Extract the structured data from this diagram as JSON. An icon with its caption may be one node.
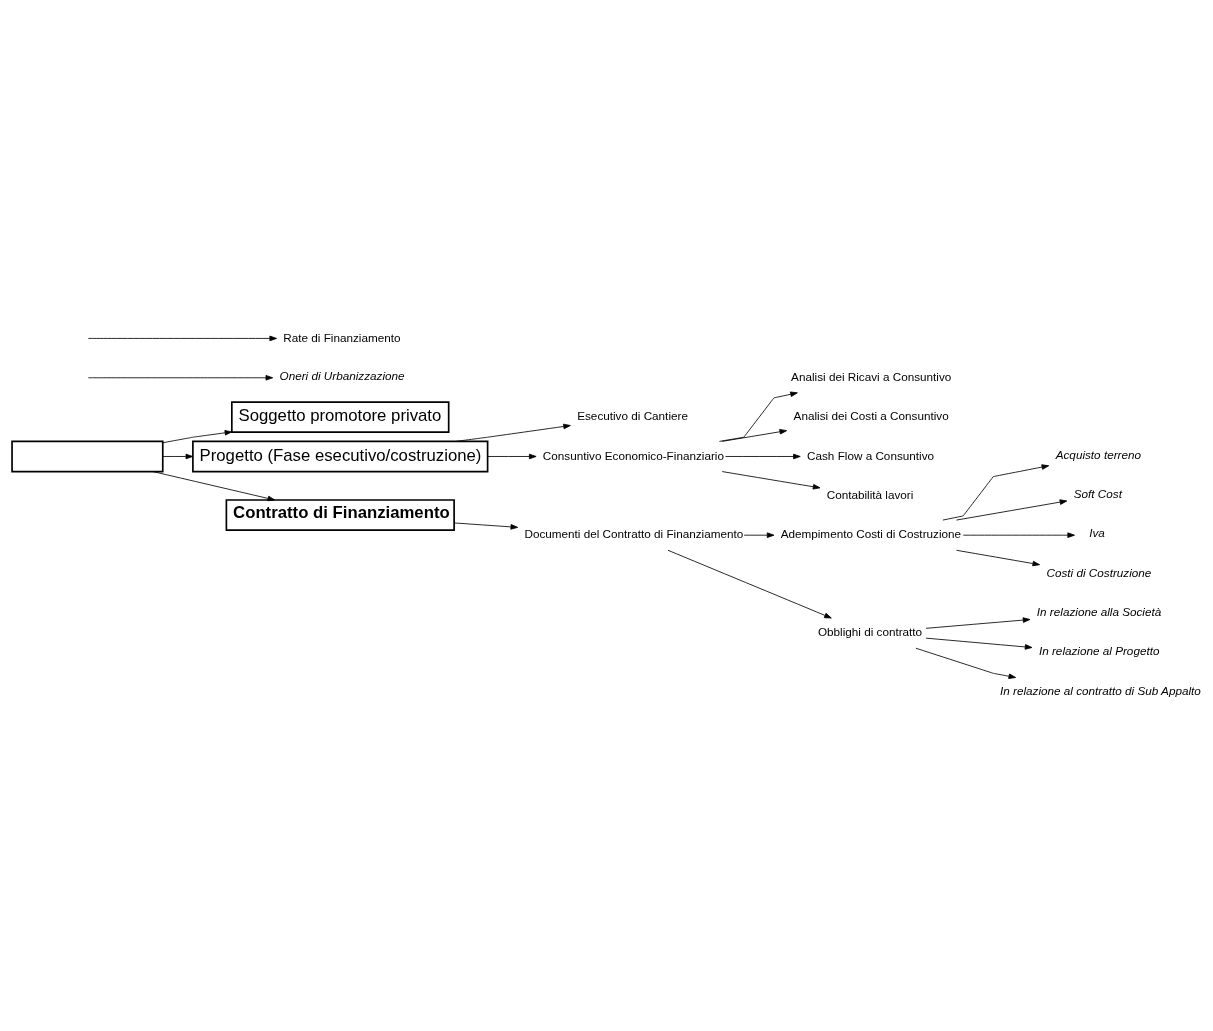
{
  "diagram": {
    "nodes": [
      {
        "text": [],
        "shape": "box"
      },
      {
        "text": [
          "Soggetto promotore privato"
        ]
      },
      {
        "text": [
          "Progetto (Fase esecutivo/costruzione)"
        ]
      },
      {
        "text": [
          "Esecutivo di Cantiere"
        ]
      },
      {
        "text": [
          "Consuntivo Economico-Finanziario"
        ]
      },
      {
        "text": [
          "Analisi dei Ricavi a Consuntivo"
        ]
      },
      {
        "text": [
          "Analisi dei Costi a Consuntivo"
        ]
      },
      {
        "text": [
          "Cash Flow a Consuntivo"
        ]
      },
      {
        "text": [
          "Contabilità lavori"
        ]
      },
      {
        "text": [
          "Contratto di Finanziamento"
        ]
      },
      {
        "text": [
          "Documenti del Contratto di Finanziamento"
        ]
      },
      {
        "text": [
          "Adempimento Costi di Costruzione"
        ]
      },
      {
        "text": [
          "Acquisto terreno"
        ]
      },
      {
        "text": [
          "Soft Cost"
        ]
      },
      {
        "text": [
          "Iva"
        ]
      },
      {
        "text": [
          "Costi di Costruzione"
        ]
      },
      {
        "text": [
          "Oneri di Urbanizzazione"
        ]
      },
      {
        "text": [
          "Obblighi di contratto"
        ]
      },
      {
        "text": [
          "In relazione alla Società"
        ]
      },
      {
        "text": [
          "In relazione al Progetto"
        ]
      },
      {
        "text": [
          "In relazione al contratto di Sub Appalto"
        ]
      },
      {
        "text": [
          "Rate di Finanziamento"
        ]
      }
    ],
    "edges": [
      {
        "from": 0,
        "to": 1,
        "arrow": "to"
      },
      {
        "from": 0,
        "to": 2,
        "arrow": "to"
      },
      {
        "from": 2,
        "to": 3,
        "arrow": "to"
      },
      {
        "from": 2,
        "to": 4,
        "arrow": "to"
      },
      {
        "from": 4,
        "to": 5,
        "arrow": "to"
      },
      {
        "from": 4,
        "to": 6,
        "arrow": "to"
      },
      {
        "from": 4,
        "to": 7,
        "arrow": "to"
      },
      {
        "from": 4,
        "to": 8,
        "arrow": "to"
      },
      {
        "from": 0,
        "to": 9,
        "arrow": "to"
      },
      {
        "from": 9,
        "to": 10,
        "arrow": "to"
      },
      {
        "from": 10,
        "to": 11,
        "arrow": "to"
      },
      {
        "from": 11,
        "to": 12,
        "arrow": "to"
      },
      {
        "from": 11,
        "to": 13,
        "arrow": "to"
      },
      {
        "from": 11,
        "to": 14,
        "arrow": "to"
      },
      {
        "from": 11,
        "to": 15,
        "arrow": "to"
      },
      {
        "from": null,
        "to": 16,
        "arrow": "to"
      },
      {
        "from": 10,
        "to": 17,
        "arrow": "to"
      },
      {
        "from": 17,
        "to": 18,
        "arrow": "to"
      },
      {
        "from": 17,
        "to": 19,
        "arrow": "to"
      },
      {
        "from": 17,
        "to": 20,
        "arrow": "to"
      },
      {
        "from": null,
        "to": 21,
        "arrow": "to"
      }
    ]
  }
}
